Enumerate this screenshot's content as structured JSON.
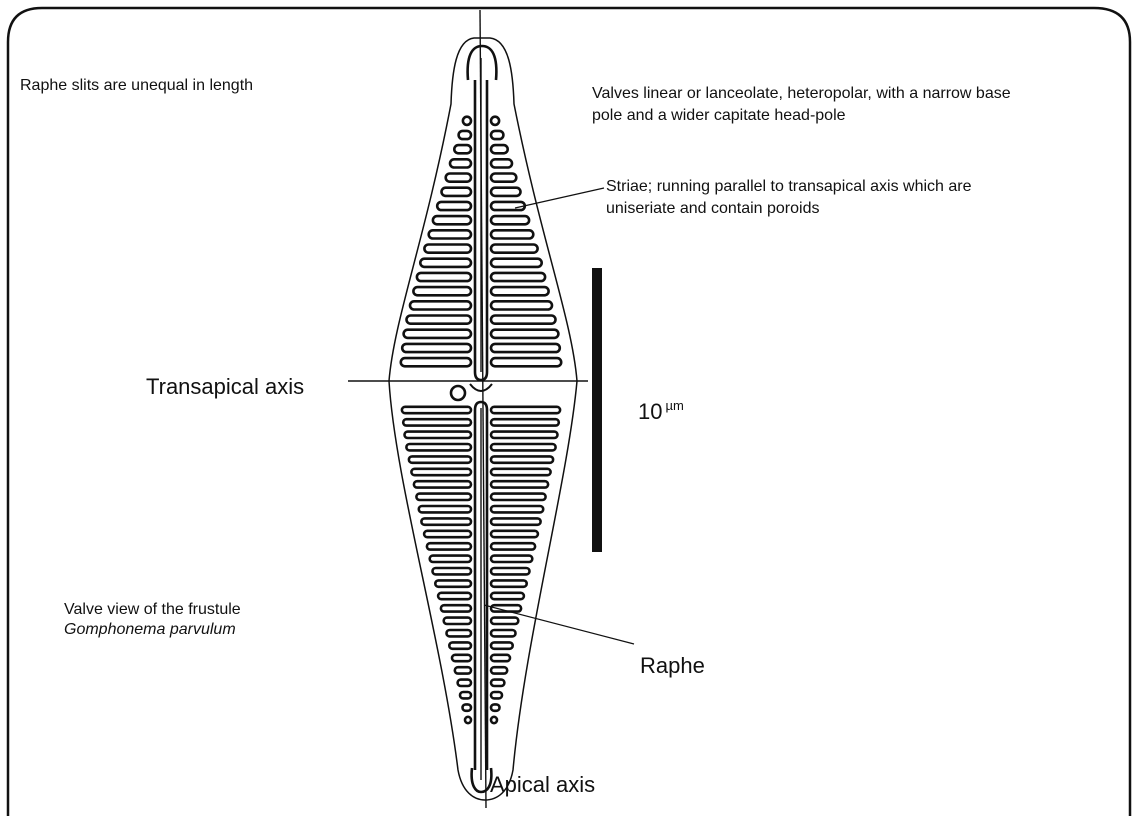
{
  "labels": {
    "raphe_slits": "Raphe slits are unequal in length",
    "valves_line1": "Valves linear or lanceolate, heteropolar, with a narrow base",
    "valves_line2": "pole and a wider capitate head-pole",
    "striae_line1": "Striae; running parallel to transapical axis which are",
    "striae_line2": "uniseriate and contain poroids",
    "transapical_axis": "Transapical axis",
    "scale_value": "10",
    "scale_unit": "µm",
    "valve_view": "Valve view of the frustule",
    "species": "Gomphonema parvulum",
    "raphe": "Raphe",
    "apical_axis": "Apical axis"
  },
  "colors": {
    "ink": "#111111",
    "background": "#ffffff"
  }
}
